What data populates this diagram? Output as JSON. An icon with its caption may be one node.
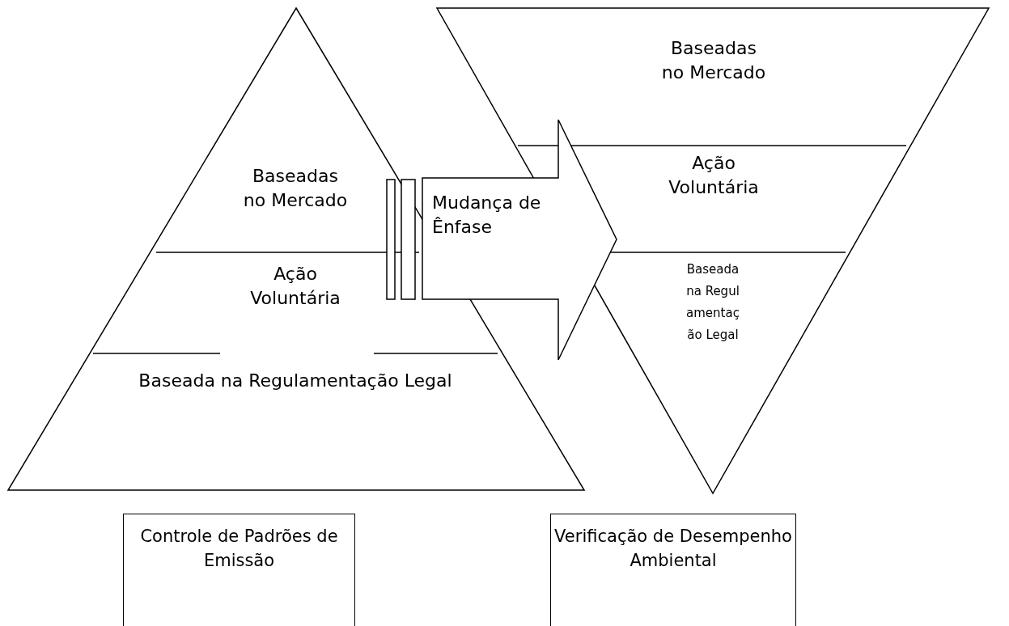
{
  "diagram": {
    "nodes": [
      {
        "text": [],
        "shape": "triangle"
      },
      {
        "text": [
          "Baseadas no Mercado"
        ],
        "in": 0
      },
      {
        "text": [
          "Ação Voluntária"
        ],
        "in": 0
      },
      {
        "text": [
          "Baseada na Regulamentação Legal"
        ],
        "in": 0
      },
      {
        "text": [
          "Mudança de Ênfase"
        ]
      },
      {
        "text": [],
        "shape": "triangle"
      },
      {
        "text": [
          "Baseadas no Mercado"
        ],
        "in": 5
      },
      {
        "text": [
          "Ação Voluntária"
        ],
        "in": 5
      },
      {
        "text": [
          "Baseada na Regulamentação Legal"
        ],
        "in": 5
      },
      {
        "text": [
          "Controle de Padrões de Emissão"
        ]
      },
      {
        "text": [
          "Verificação de Desempenho Ambiental"
        ]
      }
    ]
  }
}
